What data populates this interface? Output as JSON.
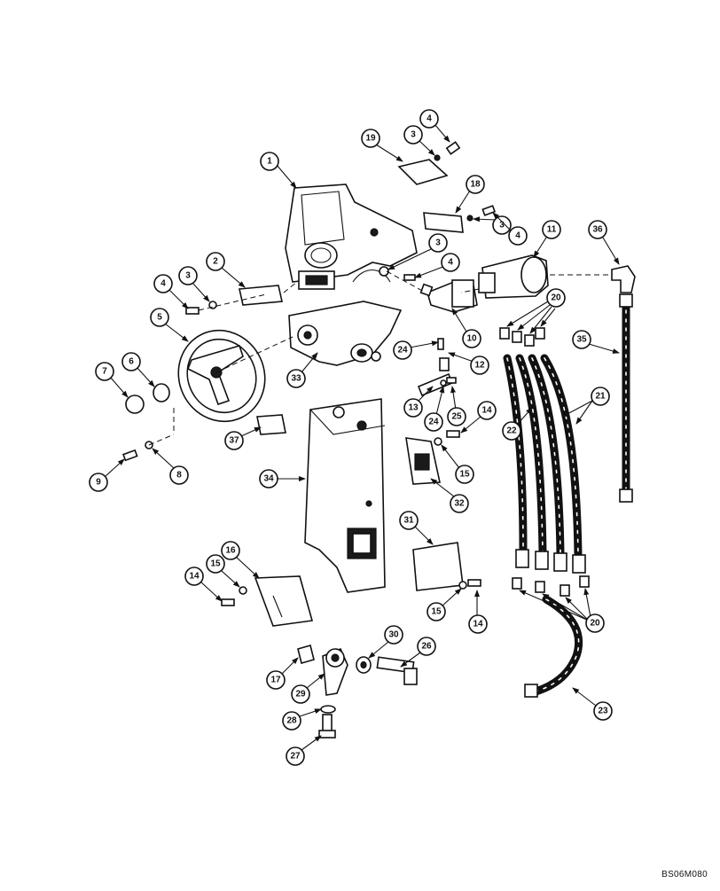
{
  "diagram": {
    "reference_code": "BS06M080",
    "callouts": [
      "1",
      "2",
      "3",
      "4",
      "5",
      "6",
      "7",
      "8",
      "9",
      "10",
      "11",
      "12",
      "13",
      "14",
      "15",
      "16",
      "17",
      "18",
      "19",
      "20",
      "21",
      "22",
      "23",
      "24",
      "25",
      "26",
      "27",
      "28",
      "29",
      "30",
      "31",
      "32",
      "33",
      "34",
      "35",
      "36",
      "37"
    ]
  }
}
